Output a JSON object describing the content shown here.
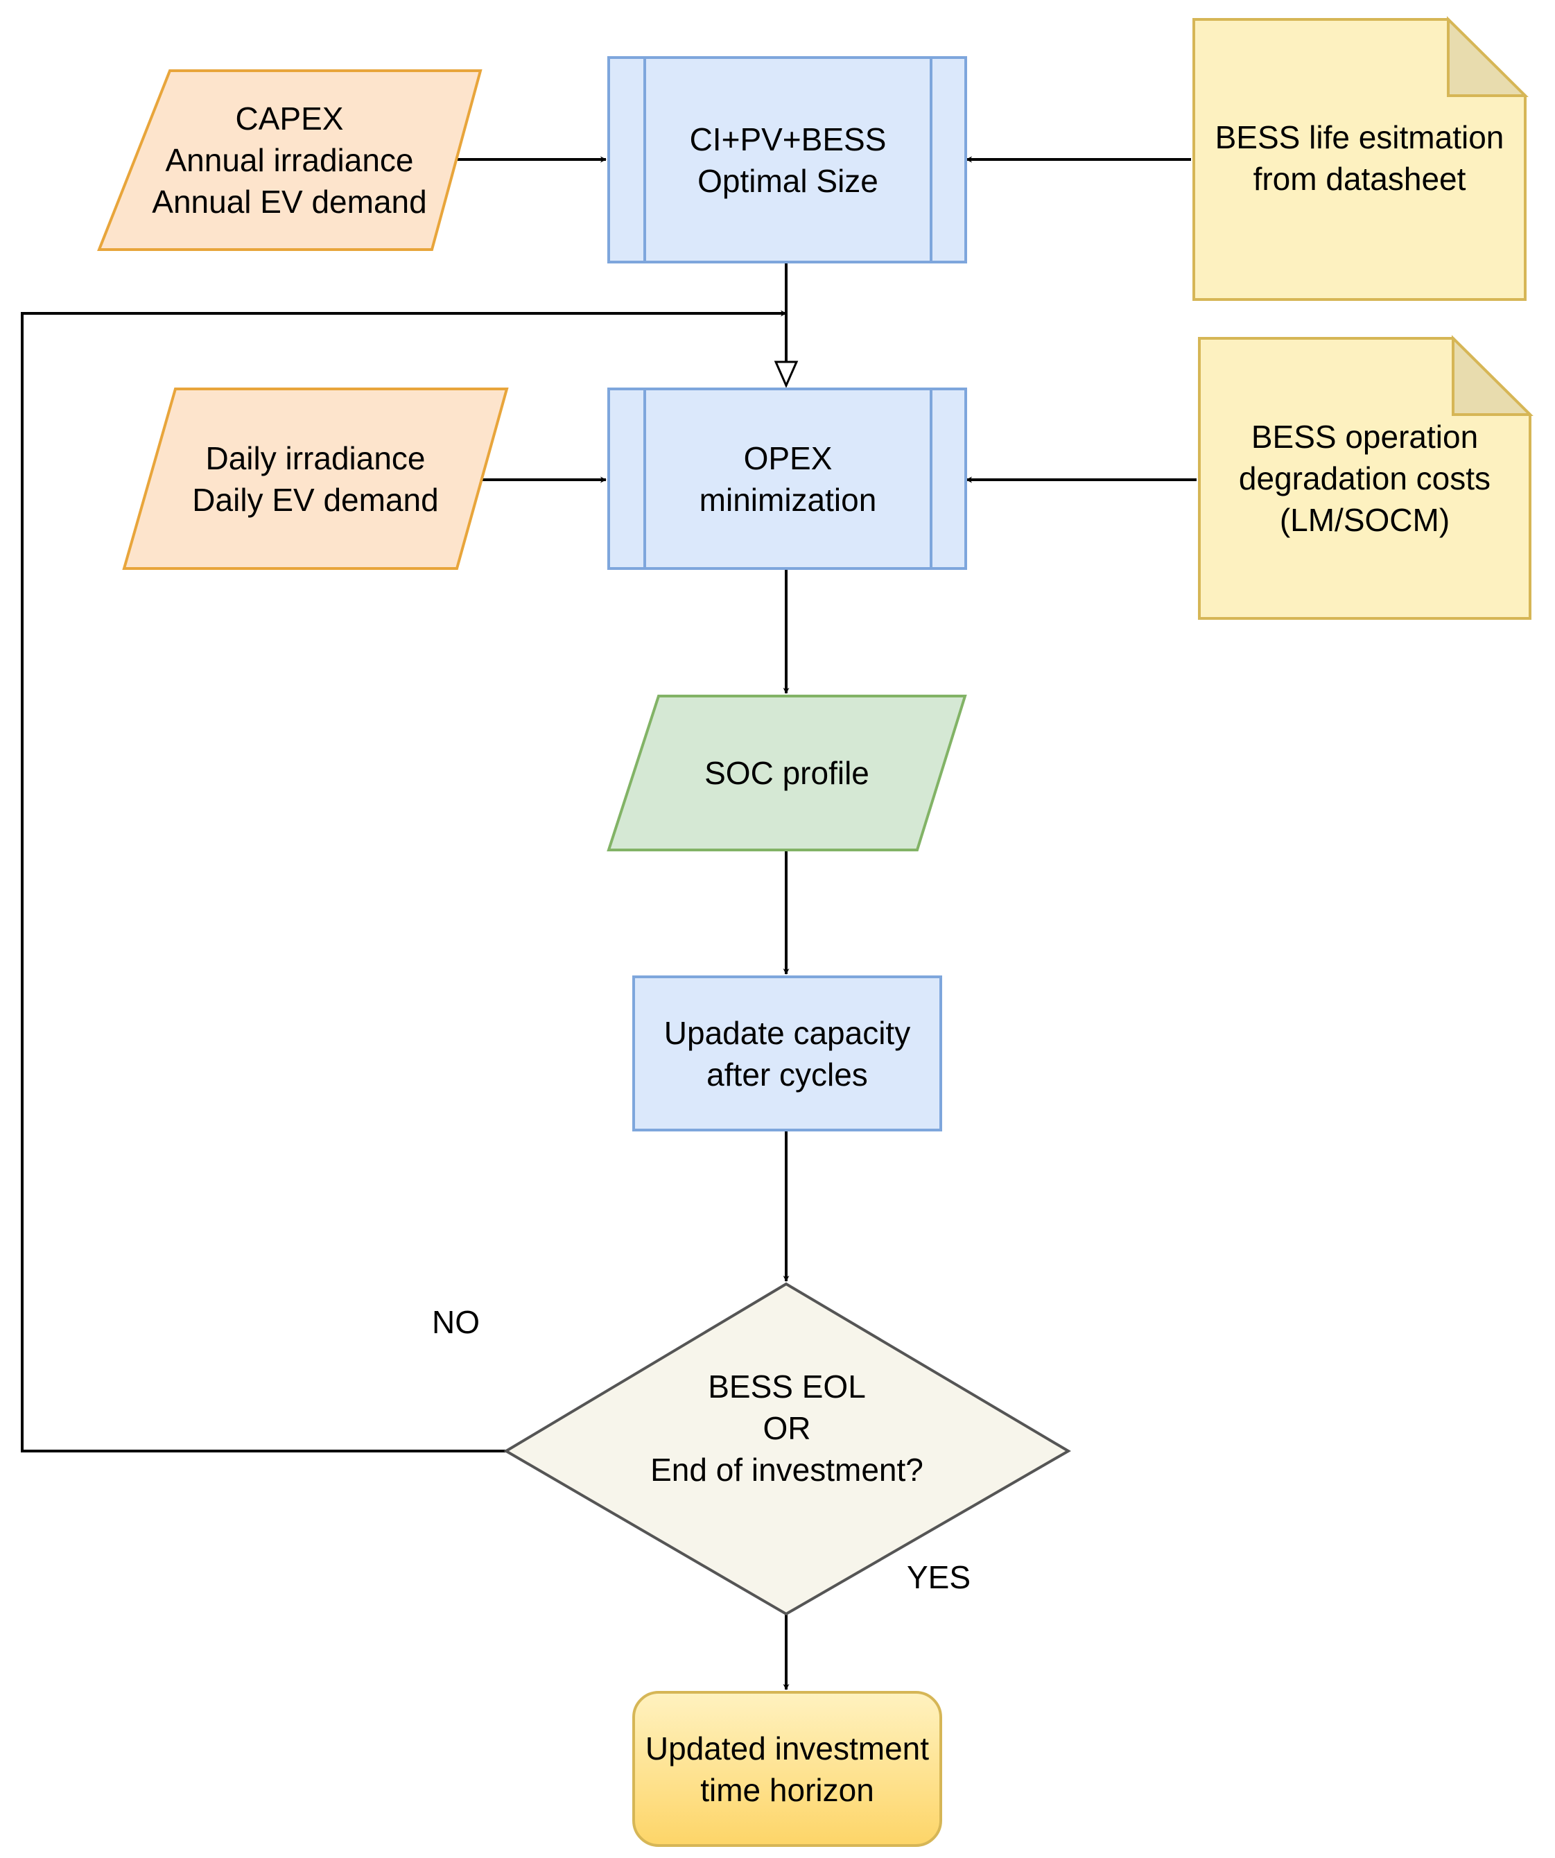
{
  "colors": {
    "input_fill": "#fde4cc",
    "input_stroke": "#e8a53b",
    "process_fill": "#dbe8fb",
    "process_stroke": "#7ea6dc",
    "note_fill": "#fdf1c0",
    "note_stroke": "#d6b656",
    "output_fill": "#d5e8d4",
    "output_stroke": "#82b366",
    "decision_fill": "#f7f5eb",
    "decision_stroke": "#555555",
    "terminal_fill": "#fde38a",
    "terminal_stroke": "#d6b656",
    "line": "#000000"
  },
  "nodes": {
    "capex_input": {
      "lines": [
        "CAPEX",
        "Annual irradiance",
        "Annual EV demand"
      ]
    },
    "optimal_size": {
      "lines": [
        "CI+PV+BESS",
        "Optimal Size"
      ]
    },
    "bess_life": {
      "lines": [
        "BESS life esitmation",
        "from datasheet"
      ]
    },
    "daily_input": {
      "lines": [
        "Daily irradiance",
        "Daily EV demand"
      ]
    },
    "opex_min": {
      "lines": [
        "OPEX",
        "minimization"
      ]
    },
    "degradation": {
      "lines": [
        "BESS operation",
        "degradation costs",
        "(LM/SOCM)"
      ]
    },
    "soc_profile": {
      "lines": [
        "SOC profile"
      ]
    },
    "update_capacity": {
      "lines": [
        "Upadate capacity",
        "after cycles"
      ]
    },
    "decision": {
      "lines": [
        "BESS EOL",
        "OR",
        "End of investment?"
      ]
    },
    "horizon": {
      "lines": [
        "Updated investment",
        "time horizon"
      ]
    }
  },
  "edge_labels": {
    "no": "NO",
    "yes": "YES"
  }
}
